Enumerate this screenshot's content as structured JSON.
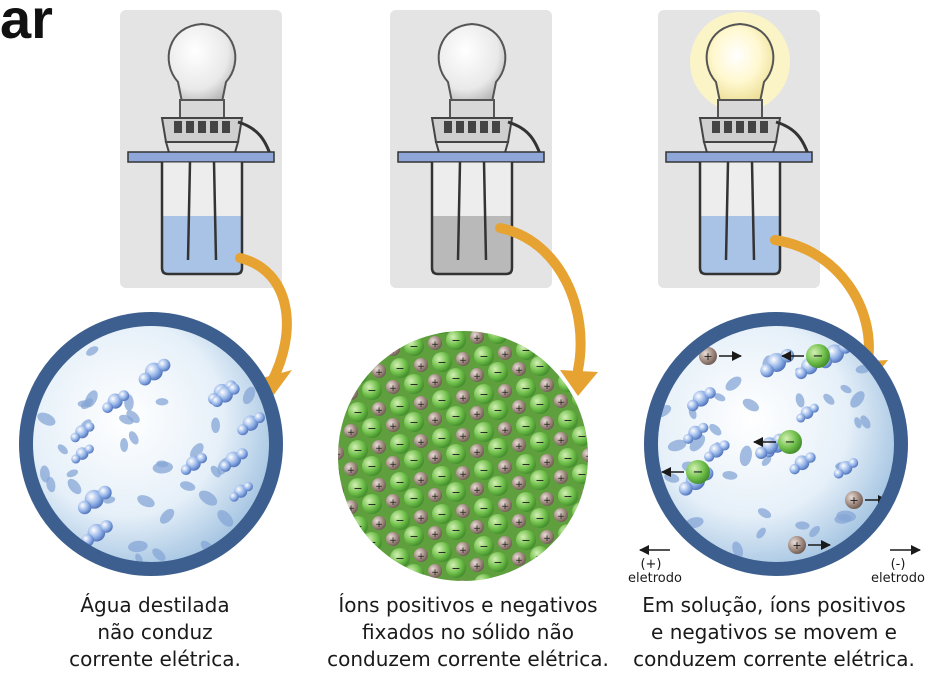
{
  "title_fragment": "ar",
  "panels": [
    {
      "caption_lines": [
        "Água destilada",
        "não conduz",
        "corrente elétrica."
      ],
      "bulb_lit": false,
      "liquid_color": "#a9c3e6"
    },
    {
      "caption_lines": [
        "Íons positivos e negativos",
        "fixados no sólido não",
        "conduzem corrente elétrica."
      ],
      "bulb_lit": false,
      "liquid_color": "#b9b9b9"
    },
    {
      "caption_lines": [
        "Em solução, íons positivos",
        "e negativos se movem e",
        "conduzem corrente elétrica."
      ],
      "bulb_lit": true,
      "liquid_color": "#a9c3e6"
    }
  ],
  "electrodes": {
    "positive": {
      "sign": "(+)",
      "name": "eletrodo"
    },
    "negative": {
      "sign": "(-)",
      "name": "eletrodo"
    }
  },
  "ion_symbols": {
    "positive": "+",
    "negative": "−"
  },
  "colors": {
    "circle_border": "#3d5f8f",
    "arrow": "#e6a332",
    "apparatus_bg": "#e4e4e4",
    "green_ion": "#6fbf4a",
    "brown_ion": "#a08a80",
    "water_molecule": "#7f9fdc",
    "lit_glow": "#fff7c2"
  }
}
